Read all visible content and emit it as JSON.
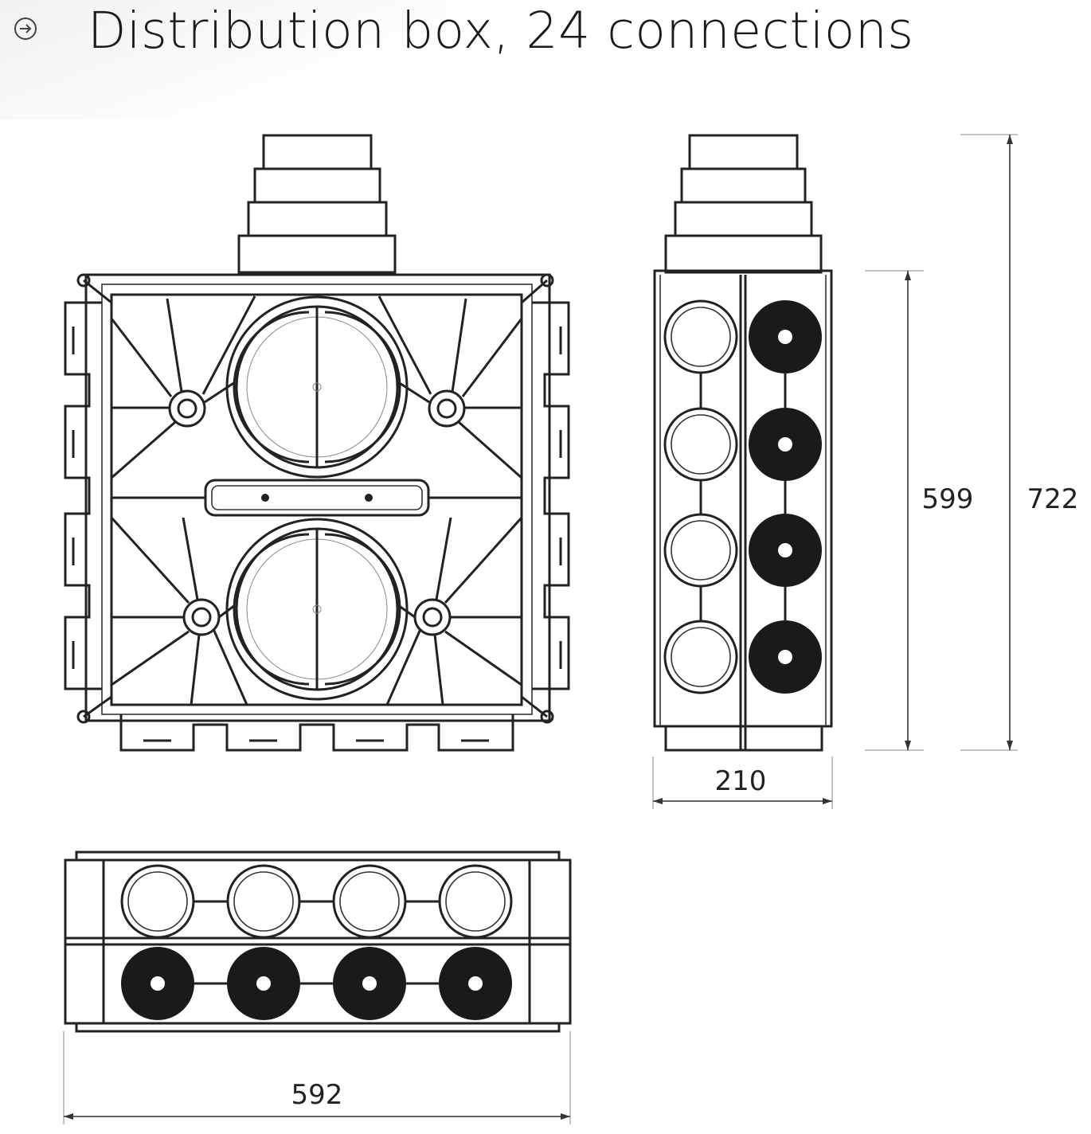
{
  "title": "Distribution box, 24 connections",
  "icons": {
    "title_icon": "arrow-right-circle-icon"
  },
  "dimensions": {
    "side_width": "210",
    "box_height": "599",
    "total_height": "722",
    "bottom_width": "592"
  }
}
